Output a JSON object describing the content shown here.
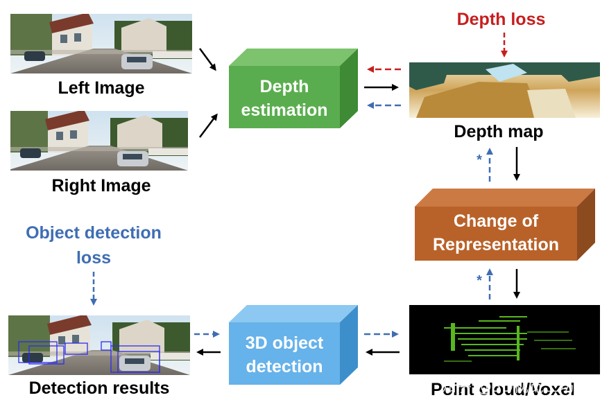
{
  "images": {
    "left": "Left Image",
    "right": "Right Image",
    "depth_map": "Depth map",
    "point_cloud": "Point cloud/Voxel",
    "detection_results": "Detection results"
  },
  "boxes": {
    "depth_estimation": [
      "Depth",
      "estimation"
    ],
    "change_of_representation": [
      "Change of",
      "Representation"
    ],
    "object_detection": [
      "3D object",
      "detection"
    ]
  },
  "losses": {
    "depth_loss": "Depth loss",
    "object_detection_loss": [
      "Object detection",
      "loss"
    ]
  },
  "arrow_marks": {
    "upper_star": "*",
    "lower_star": "*"
  },
  "watermark": "知乎 @3D视觉工坊",
  "colors": {
    "depth_box": "#5aad4e",
    "change_box": "#b8622a",
    "detection_box": "#66b2ea",
    "blue_dashed": "#3f6db3",
    "red_dashed": "#c81e1e"
  }
}
